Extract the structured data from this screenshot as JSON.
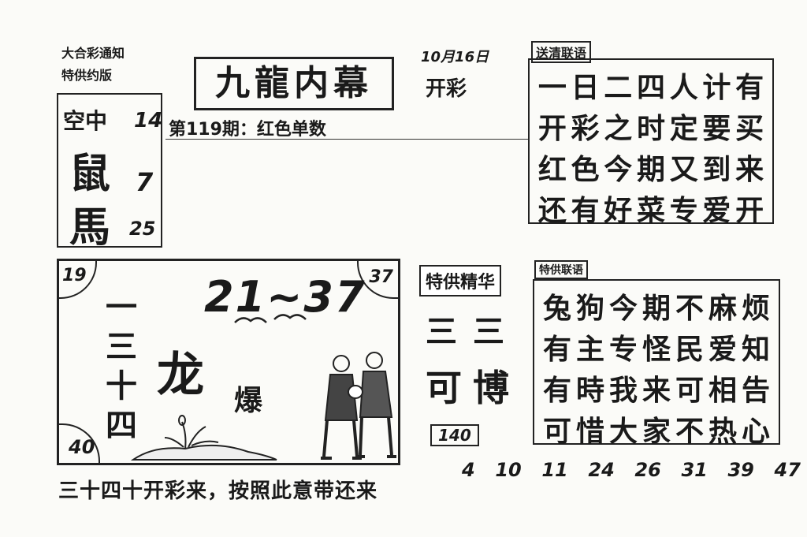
{
  "publisher": {
    "line1": "大合彩通知",
    "line2": "特供约版"
  },
  "title": "九龍内幕",
  "date": "10月16日",
  "open_label": "开彩",
  "issue_line": "第119期：红色单数",
  "animals": {
    "header": "空中",
    "header_num": "14",
    "items": [
      {
        "char": "鼠",
        "num": "7"
      },
      {
        "char": "馬",
        "num": "25"
      }
    ]
  },
  "poem1": {
    "label": "送清联语",
    "lines": [
      [
        "一",
        "日",
        "二",
        "四",
        "人",
        "计",
        "有"
      ],
      [
        "开",
        "彩",
        "之",
        "时",
        "定",
        "要",
        "买"
      ],
      [
        "红",
        "色",
        "今",
        "期",
        "又",
        "到",
        "来"
      ],
      [
        "还",
        "有",
        "好",
        "菜",
        "专",
        "爱",
        "开"
      ]
    ]
  },
  "main_panel": {
    "corner_tl": "19",
    "corner_tr": "37",
    "corner_bl": "40",
    "range": "21~37",
    "vertical": [
      "一",
      "三",
      "十",
      "四"
    ],
    "big_char": "龙",
    "small_text": "爆"
  },
  "special": {
    "label": "特供精华",
    "chars_top": [
      "三",
      "三"
    ],
    "chars_bottom": [
      "可",
      "博"
    ],
    "number": "140"
  },
  "poem2": {
    "label": "特供联语",
    "lines": [
      [
        "兔",
        "狗",
        "今",
        "期",
        "不",
        "麻",
        "烦"
      ],
      [
        "有",
        "主",
        "专",
        "怪",
        "民",
        "爱",
        "知"
      ],
      [
        "有",
        "時",
        "我",
        "来",
        "可",
        "相",
        "告"
      ],
      [
        "可",
        "惜",
        "大",
        "家",
        "不",
        "热",
        "心"
      ]
    ]
  },
  "bottom_text": "三十四十开彩来，按照此意带还来",
  "numbers": [
    "4",
    "10",
    "11",
    "24",
    "26",
    "31",
    "39",
    "47"
  ]
}
